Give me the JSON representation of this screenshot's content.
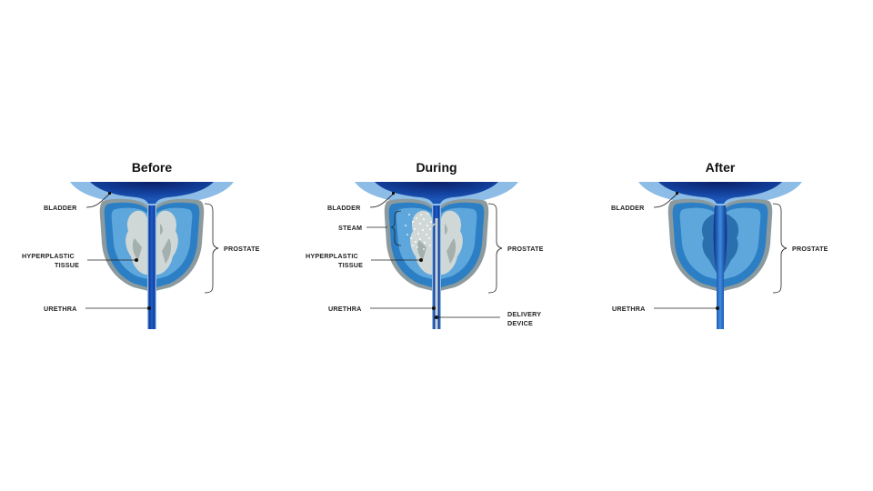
{
  "panels": [
    {
      "title": "Before",
      "labels": {
        "bladder": "BLADDER",
        "hyperplastic_1": "HYPERPLASTIC",
        "hyperplastic_2": "TISSUE",
        "prostate": "PROSTATE",
        "urethra": "URETHRA"
      }
    },
    {
      "title": "During",
      "labels": {
        "bladder": "BLADDER",
        "steam": "STEAM",
        "hyperplastic_1": "HYPERPLASTIC",
        "hyperplastic_2": "TISSUE",
        "prostate": "PROSTATE",
        "urethra": "URETHRA",
        "device_1": "DELIVERY",
        "device_2": "DEVICE"
      }
    },
    {
      "title": "After",
      "labels": {
        "bladder": "BLADDER",
        "prostate": "PROSTATE",
        "urethra": "URETHRA"
      }
    }
  ],
  "colors": {
    "bladder_light": "#8dbde6",
    "bladder_dark": "#0d2a78",
    "prostate_outline": "#8a9a9e",
    "prostate_outer": "#2c7fc4",
    "prostate_inner": "#5ea7dc",
    "tissue": "#cfd8d6",
    "tissue_dark": "#a3b0ae",
    "urethra": "#0a2f8f"
  }
}
